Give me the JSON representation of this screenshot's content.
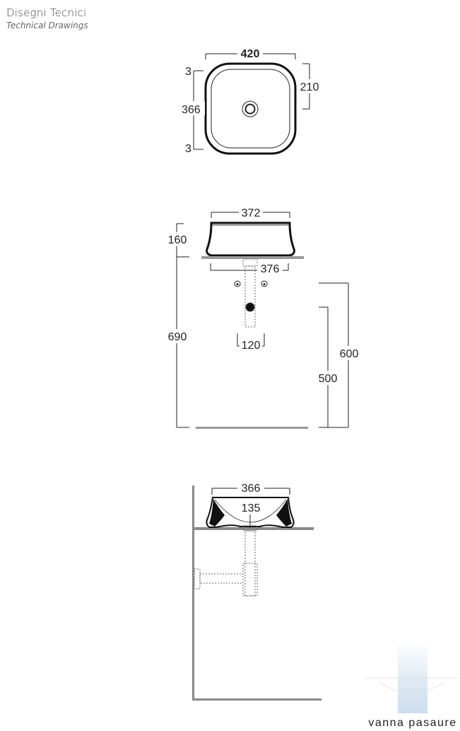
{
  "header": {
    "title": "Disegni Tecnici",
    "subtitle": "Technical Drawings"
  },
  "top_view": {
    "width": "420",
    "left_top": "3",
    "left_mid": "366",
    "left_bottom": "3",
    "right_mid": "210"
  },
  "front_view": {
    "basin_width": "372",
    "basin_height": "160",
    "base_width": "376",
    "trap_spacing": "120",
    "total_height": "690",
    "outer_height": "600",
    "inner_height": "500"
  },
  "side_view": {
    "basin_depth": "366",
    "drain_offset": "135"
  },
  "watermark": {
    "text": "vanna pasaure"
  }
}
